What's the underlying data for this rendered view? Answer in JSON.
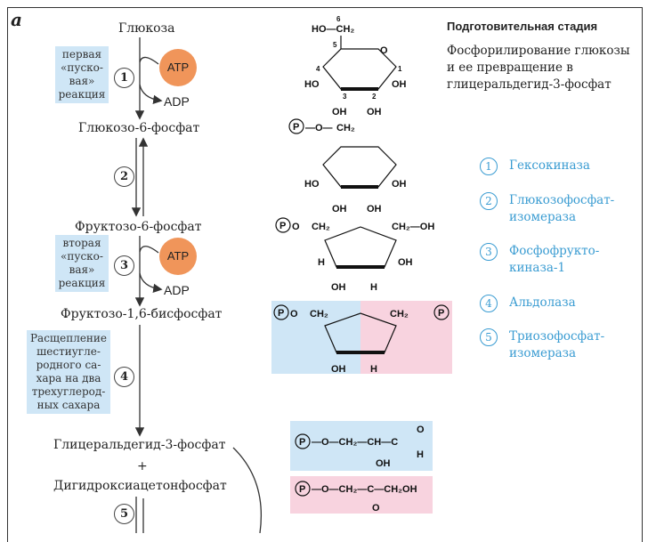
{
  "panel_letter": "а",
  "stage": {
    "title": "Подготовительная стадия",
    "description": "Фосфорилирование глюкозы и ее превращение в глицеральдегид-3-фосфат"
  },
  "metabolites": {
    "glucose": "Глюкоза",
    "g6p": "Глюкозо-6-фосфат",
    "f6p": "Фруктозо-6-фосфат",
    "f16bp": "Фруктозо-1,6-бисфосфат",
    "gap": "Глицеральдегид-3-фосфат",
    "plus": "+",
    "dhap": "Дигидроксиацетонфосфат"
  },
  "notes": {
    "first": "первая «пуско-вая» реакция",
    "second": "вторая «пуско-вая» реакция",
    "split": "Расщепление шестиугле-родного са-хара на два трехуглерод-ных сахара"
  },
  "cofactors": {
    "atp": "ATP",
    "adp": "ADP"
  },
  "step_numbers": [
    "1",
    "2",
    "3",
    "4",
    "5"
  ],
  "enzymes": [
    {
      "num": "1",
      "name": "Гексокиназа"
    },
    {
      "num": "2",
      "name": "Глюкозофосфат-изомераза"
    },
    {
      "num": "3",
      "name": "Фосфофрукто-киназа-1"
    },
    {
      "num": "4",
      "name": "Альдолаза"
    },
    {
      "num": "5",
      "name": "Триозофосфат-изомераза"
    }
  ],
  "structures": {
    "phosphate": "P",
    "o": "O",
    "ch2": "CH₂",
    "ho_ch2": "HO—CH₂",
    "oh": "OH",
    "ho": "HO",
    "h": "H",
    "ch2oh": "CH₂—OH",
    "gap_formula": "—O—CH₂—CH—C",
    "dhap_formula": "—O—CH₂—C—CH₂OH",
    "carbon_numbers": [
      "1",
      "2",
      "3",
      "4",
      "5",
      "6"
    ]
  },
  "colors": {
    "note_bg": "#cfe6f6",
    "atp": "#f0955a",
    "enzyme": "#3a9cd2",
    "pink": "#f8d3df",
    "blue": "#cfe6f6"
  }
}
